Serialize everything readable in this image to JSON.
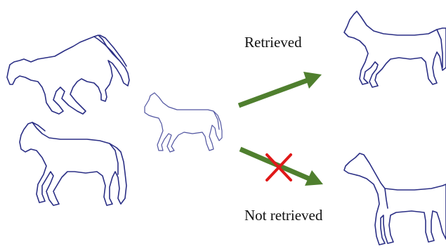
{
  "labels": {
    "retrieved": "Retrieved",
    "not_retrieved": "Not retrieved"
  },
  "shapes": [
    {
      "name": "horse-sketch-galloping",
      "role": "example"
    },
    {
      "name": "horse-sketch-walking",
      "role": "example"
    },
    {
      "name": "horse-sketch-query",
      "role": "query"
    },
    {
      "name": "horse-sketch-retrieved",
      "role": "retrieved result"
    },
    {
      "name": "horse-sketch-not-retrieved",
      "role": "not retrieved result"
    }
  ],
  "icons": {
    "arrow_retrieved": "arrow-right-up-icon",
    "arrow_not_retrieved": "arrow-right-down-icon",
    "cross": "cross-icon"
  },
  "colors": {
    "outline": "#2b2f85",
    "arrow": "#4f7f2e",
    "cross": "#e01818",
    "text": "#111111",
    "background": "#ffffff"
  }
}
